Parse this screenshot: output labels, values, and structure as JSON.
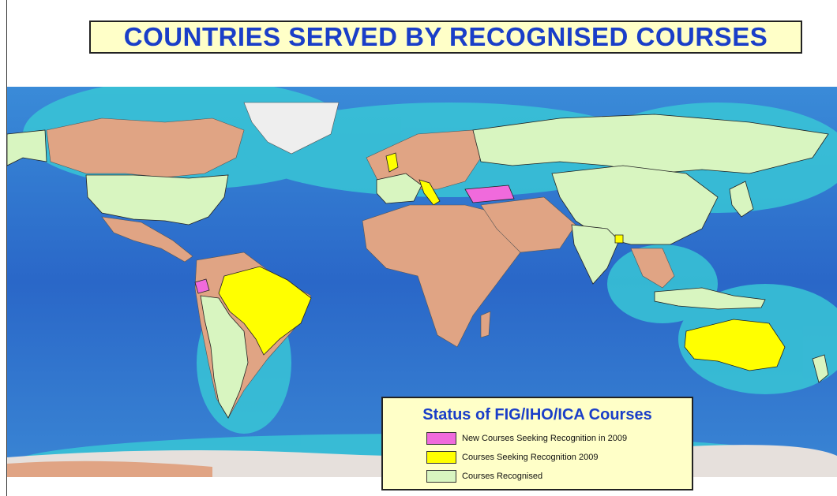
{
  "title": "COUNTRIES SERVED BY RECOGNISED COURSES",
  "legend": {
    "title": "Status of FIG/IHO/ICA Courses",
    "items": [
      {
        "label": "New Courses Seeking Recognition in 2009",
        "color": "#f06adc"
      },
      {
        "label": "Courses Seeking Recognition 2009",
        "color": "#ffff00"
      },
      {
        "label": "Courses Recognised",
        "color": "#d8f5c0"
      }
    ]
  },
  "colors": {
    "title_text": "#1a3ec8",
    "box_fill": "#ffffc8",
    "deep_ocean": "#2a67c8",
    "shallow_ocean": "#35c8d8",
    "land_terrain": "#e0a484",
    "ice": "#eeeeee"
  }
}
